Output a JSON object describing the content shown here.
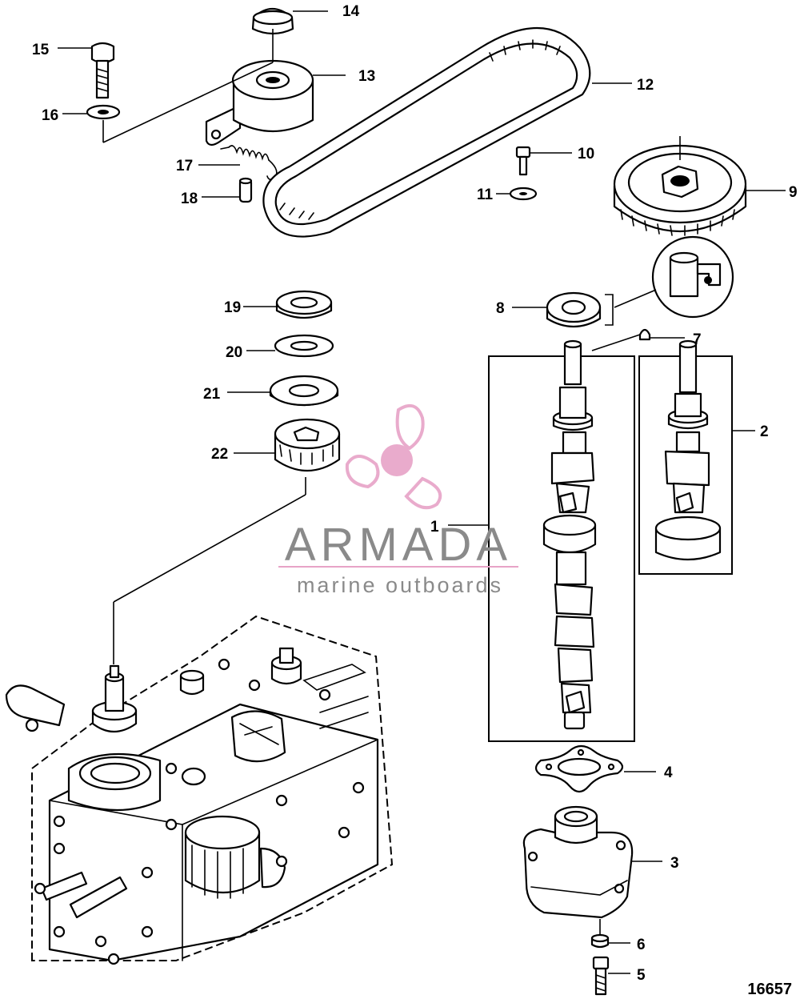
{
  "diagram": {
    "figure_number": "16657",
    "callouts": {
      "c1": "1",
      "c2": "2",
      "c3": "3",
      "c4": "4",
      "c5": "5",
      "c6": "6",
      "c7": "7",
      "c8": "8",
      "c9": "9",
      "c10": "10",
      "c11": "11",
      "c12": "12",
      "c13": "13",
      "c14": "14",
      "c15": "15",
      "c16": "16",
      "c17": "17",
      "c18": "18",
      "c19": "19",
      "c20": "20",
      "c21": "21",
      "c22": "22"
    }
  },
  "watermark": {
    "brand": "ARMADA",
    "tagline": "marine outboards",
    "color_pink": "#e7a3c7",
    "color_gray": "#8a8a8a"
  }
}
